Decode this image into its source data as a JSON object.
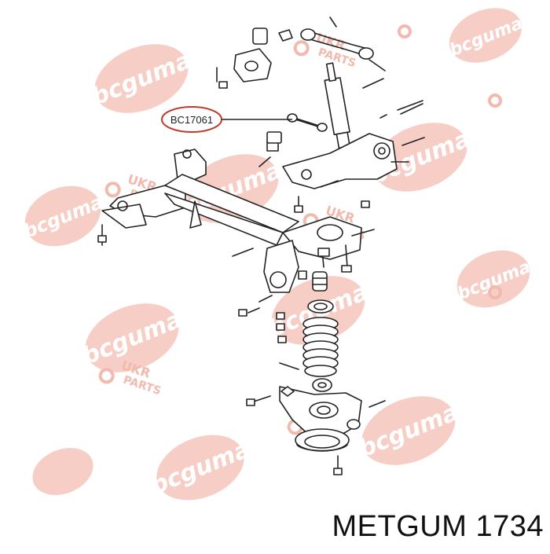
{
  "watermark": {
    "brand_text": "bcguma",
    "ukr_line1": "UKR",
    "ukr_line2": "PARTS",
    "oval_color": "#f4bdb3",
    "oval_text_color": "#ffffff",
    "ukr_color": "#f2b9ad"
  },
  "diagram": {
    "callout_label": "BC17061",
    "callout_color": "#c0392b",
    "line_color": "#222222"
  },
  "caption": {
    "text": "METGUM 1734"
  }
}
